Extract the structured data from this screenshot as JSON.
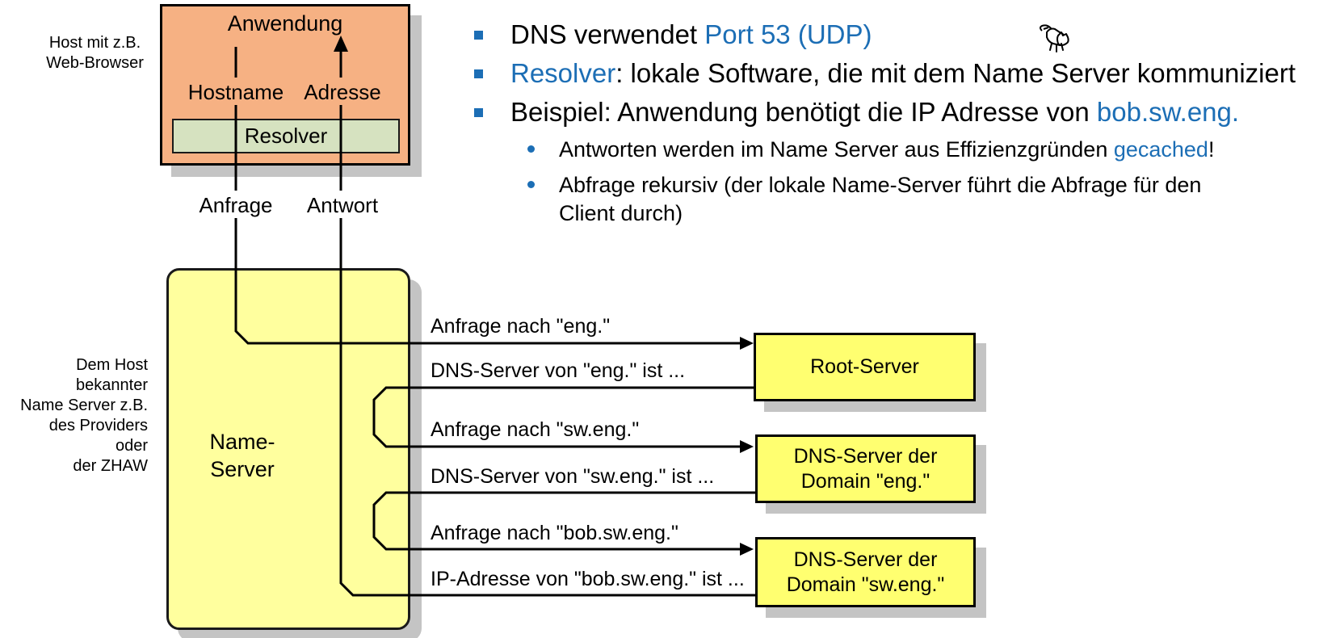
{
  "colors": {
    "accent_blue": "#1c6eb5",
    "host_box_fill": "#f6b183",
    "resolver_fill": "#d6e2c0",
    "nameserver_fill": "#ffff9e",
    "server_box_fill": "#ffff70",
    "shadow_gray": "#c4c4c4",
    "line_black": "#000000"
  },
  "host_section": {
    "side_label_lines": [
      "Host mit z.B.",
      "Web-Browser"
    ],
    "box_title": "Anwendung",
    "down_line_label": "Hostname",
    "up_line_label": "Adresse",
    "resolver_label": "Resolver",
    "query_label": "Anfrage",
    "response_label": "Antwort"
  },
  "nameserver_section": {
    "side_label_lines": [
      "Dem Host",
      "bekannter",
      "Name Server z.B.",
      "des Providers oder",
      "der ZHAW"
    ],
    "box_label_lines": [
      "Name-",
      "Server"
    ]
  },
  "bullets": [
    {
      "parts": [
        {
          "t": "DNS verwendet ",
          "c": "ink"
        },
        {
          "t": "Port 53 (UDP)",
          "c": "accent"
        }
      ]
    },
    {
      "parts": [
        {
          "t": "Resolver",
          "c": "accent"
        },
        {
          "t": ": lokale Software, die mit dem Name Server kommuniziert",
          "c": "ink"
        }
      ]
    },
    {
      "parts": [
        {
          "t": "Beispiel: Anwendung benötigt die IP Adresse von ",
          "c": "ink"
        },
        {
          "t": "bob.sw.eng.",
          "c": "accent"
        }
      ]
    }
  ],
  "sub_bullets": [
    {
      "parts": [
        {
          "t": "Antworten werden im Name Server aus Effizienzgründen ",
          "c": "ink"
        },
        {
          "t": "gecached",
          "c": "accent"
        },
        {
          "t": "!",
          "c": "ink"
        }
      ]
    },
    {
      "lines": [
        "Abfrage rekursiv (der lokale Name-Server führt die Abfrage für den",
        "Client durch)"
      ]
    }
  ],
  "exchanges": [
    {
      "request": "Anfrage nach \"eng.\"",
      "response": "DNS-Server von \"eng.\" ist ...",
      "server_lines": [
        "Root-Server"
      ]
    },
    {
      "request": "Anfrage nach \"sw.eng.\"",
      "response": "DNS-Server von \"sw.eng.\" ist ...",
      "server_lines": [
        "DNS-Server der",
        "Domain \"eng.\""
      ]
    },
    {
      "request": "Anfrage nach \"bob.sw.eng.\"",
      "response": "IP-Adresse von \"bob.sw.eng.\" ist ...",
      "server_lines": [
        "DNS-Server der",
        "Domain \"sw.eng.\""
      ]
    }
  ],
  "icons": {
    "cursor": "cursor-cat-icon"
  }
}
